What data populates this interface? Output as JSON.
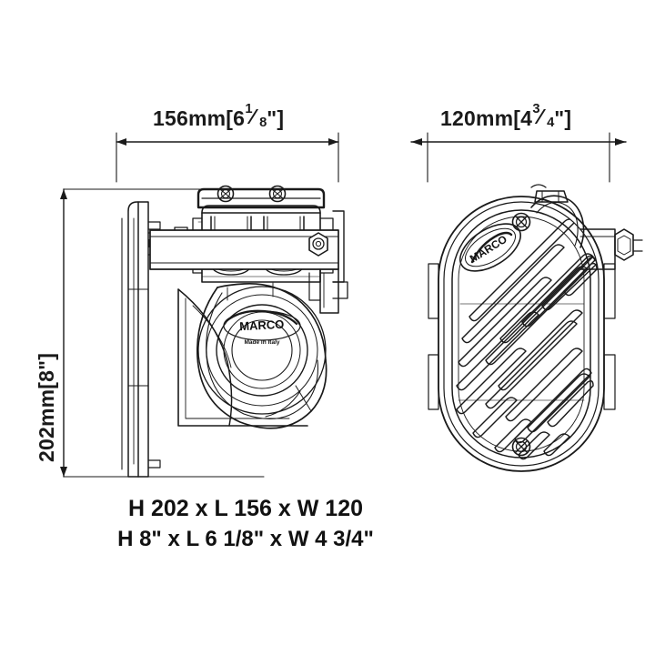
{
  "document": {
    "type": "technical-drawing",
    "subject": "Marine electric air horn with oval grille cover",
    "background_color": "#ffffff",
    "line_color": "#1a1a1a"
  },
  "dimensions": {
    "top_left": {
      "metric": "156mm",
      "imperial_whole": "6",
      "imperial_num": "1",
      "imperial_den": "8",
      "imperial_unit": "\"",
      "bracket_open": "[",
      "bracket_close": "]"
    },
    "top_right": {
      "metric": "120mm",
      "imperial_whole": "4",
      "imperial_num": "3",
      "imperial_den": "4",
      "imperial_unit": "\"",
      "bracket_open": "[",
      "bracket_close": "]"
    },
    "left_vertical": {
      "metric": "202mm",
      "imperial": "8\"",
      "bracket_open": "[",
      "bracket_close": "]"
    }
  },
  "caption": {
    "line1": "H 202 x L 156 x W 120",
    "line2": "H 8\" x L 6 1/8\" x W 4 3/4\""
  },
  "views": {
    "side": {
      "name": "side-view",
      "brand_label": "MARCO",
      "origin_label": "Made in Italy"
    },
    "front": {
      "name": "front-view",
      "brand_label": "MARCO"
    }
  }
}
